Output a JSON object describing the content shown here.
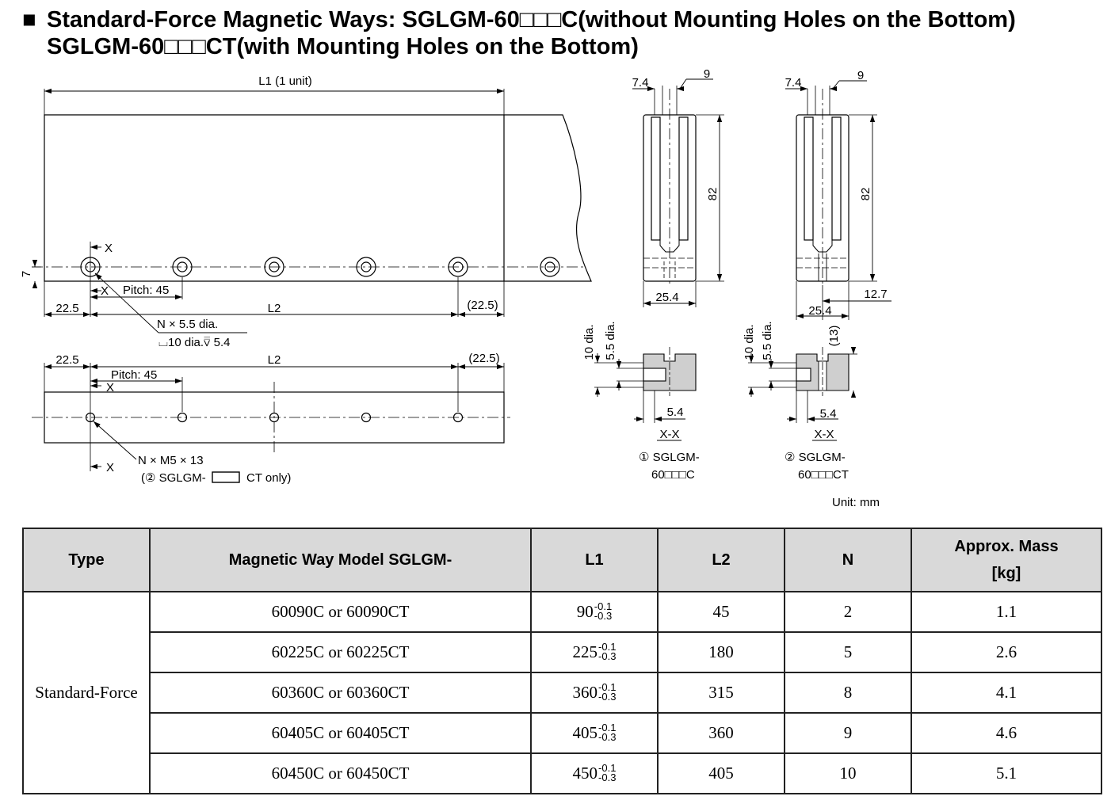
{
  "title": {
    "bullet": "■",
    "line1": "Standard-Force Magnetic Ways: SGLGM-60□□□C(without Mounting Holes on the Bottom)",
    "line2": "SGLGM-60□□□CT(with Mounting Holes on the Bottom)"
  },
  "drawing": {
    "l1_label": "L1 (1 unit)",
    "l2_label": "L2",
    "dim_22_5": "22.5",
    "dim_22_5_paren": "(22.5)",
    "pitch": "Pitch: 45",
    "dim_7": "7",
    "section_marker": "X",
    "hole_note_1": "N × 5.5 dia.",
    "hole_note_2": "⌴10 dia.⩢ 5.4",
    "tap_note_1": "N × M5 × 13",
    "tap_note_2": "(② SGLGM-",
    "tap_note_3": "CT only)",
    "end_view": {
      "dim_7_4": "7.4",
      "dim_9": "9",
      "dim_82": "82",
      "dim_25_4": "25.4",
      "dim_12_7": "12.7"
    },
    "section": {
      "dim_10dia": "10 dia.",
      "dim_5_5dia": "5.5 dia.",
      "dim_5_4": "5.4",
      "dim_13": "(13)",
      "xx_label": "X-X",
      "caption1_line1": "① SGLGM-",
      "caption1_line2": "60□□□C",
      "caption2_line1": "② SGLGM-",
      "caption2_line2": "60□□□CT"
    },
    "unit": "Unit: mm"
  },
  "table": {
    "headers": {
      "type": "Type",
      "model": "Magnetic Way Model SGLGM-",
      "l1": "L1",
      "l2": "L2",
      "n": "N",
      "mass_line1": "Approx. Mass",
      "mass_line2": "[kg]"
    },
    "type_value": "Standard-Force",
    "tol_upper": "-0.1",
    "tol_lower": "-0.3",
    "rows": [
      {
        "model": "60090C or 60090CT",
        "l1": "90",
        "l2": "45",
        "n": "2",
        "mass": "1.1"
      },
      {
        "model": "60225C or 60225CT",
        "l1": "225",
        "l2": "180",
        "n": "5",
        "mass": "2.6"
      },
      {
        "model": "60360C or 60360CT",
        "l1": "360",
        "l2": "315",
        "n": "8",
        "mass": "4.1"
      },
      {
        "model": "60405C or 60405CT",
        "l1": "405",
        "l2": "360",
        "n": "9",
        "mass": "4.6"
      },
      {
        "model": "60450C or 60450CT",
        "l1": "450",
        "l2": "405",
        "n": "10",
        "mass": "5.1"
      }
    ]
  }
}
